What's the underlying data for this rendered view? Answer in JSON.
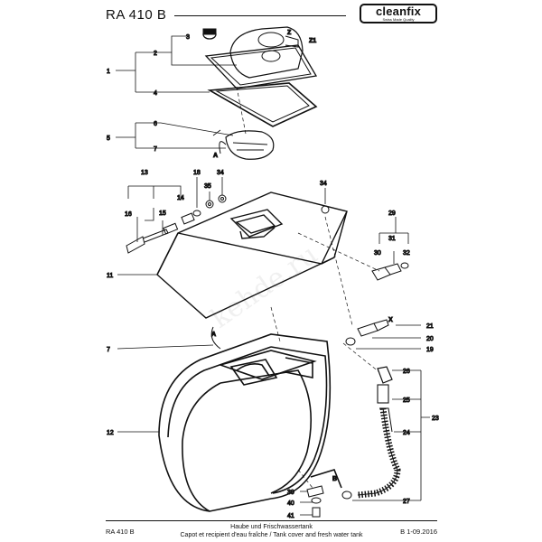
{
  "header": {
    "model": "RA 410 B",
    "brand": "cleanfix",
    "brand_tagline": "Swiss Made Quality"
  },
  "watermark": "kehde.ru",
  "footer": {
    "left": "RA 410 B",
    "line1": "Haube und Frischwassertank",
    "line2": "Capot et recipient d'eau fraîche / Tank cover and fresh water tank",
    "right": "B 1-09.2016"
  },
  "callouts": {
    "n1": "1",
    "n2": "2",
    "n3": "3",
    "n4": "4",
    "n5": "5",
    "n6": "6",
    "n7a": "7",
    "n13": "13",
    "n14": "14",
    "n15": "15",
    "n16": "16",
    "n18": "18",
    "n34a": "34",
    "n35": "35",
    "n34b": "34",
    "n11": "11",
    "n29": "29",
    "n30": "30",
    "n31": "31",
    "n32": "32",
    "n21": "21",
    "n20": "20",
    "n19": "19",
    "n7b": "7",
    "n12": "12",
    "n26": "26",
    "n25": "25",
    "n23": "23",
    "n24": "24",
    "n27": "27",
    "n39": "39",
    "n40": "40",
    "n41": "41",
    "zA": "A",
    "zA2": "A",
    "zZ": "Z",
    "zZ1": "Z1",
    "zX": "X",
    "zB": "B"
  }
}
